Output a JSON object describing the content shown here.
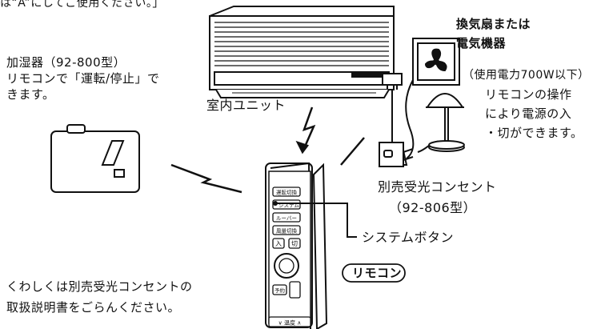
{
  "top_note": "は“A”にしてご使用ください。」",
  "humidifier": {
    "lines": [
      "加湿器（92-800型）",
      "リモコンで「運転/停止」で",
      "きます。"
    ]
  },
  "indoor_unit_label": "室内ユニット",
  "fan": {
    "lines": [
      "換気扇または",
      "電気機器",
      "（使用電力700W以下）",
      "リモコンの操作",
      "により電源の入",
      "・切ができます。"
    ]
  },
  "receiver": {
    "lines": [
      "別売受光コンセント",
      "（92-806型）"
    ]
  },
  "system_button_label": "システムボタン",
  "remote_label": "リモコン",
  "bottom_note": {
    "lines": [
      "くわしくは別売受光コンセントの",
      "取扱説明書をごらんください。"
    ]
  },
  "remote_buttons": {
    "mode": "運転切換",
    "system": "システム",
    "louver": "ルーバー",
    "airflow": "風量切換",
    "on": "入",
    "off": "切",
    "timer": "予約",
    "temp": "∨ 温度 ∧"
  }
}
